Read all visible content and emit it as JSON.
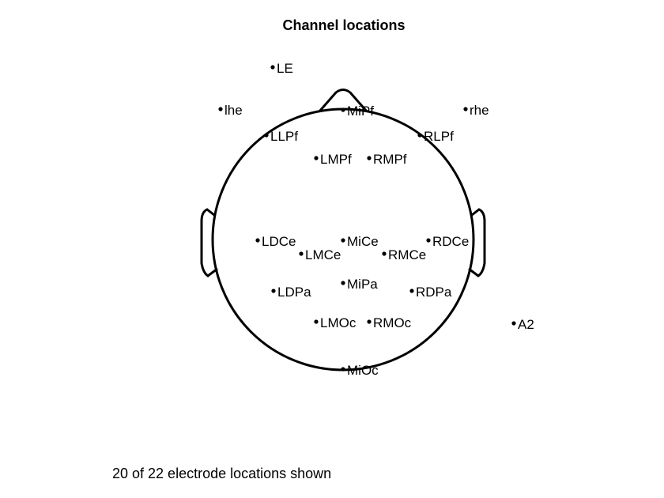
{
  "figure": {
    "title": "Channel locations",
    "footer": "20 of 22 electrode locations shown",
    "colors": {
      "head_outline": "#000000",
      "electrode_dot": "#000000",
      "text": "#000000",
      "background": "#ffffff"
    }
  },
  "electrodes": [
    {
      "label": "LE"
    },
    {
      "label": "lhe"
    },
    {
      "label": "rhe"
    },
    {
      "label": "MiPf"
    },
    {
      "label": "LLPf"
    },
    {
      "label": "RLPf"
    },
    {
      "label": "LMPf"
    },
    {
      "label": "RMPf"
    },
    {
      "label": "LDCe"
    },
    {
      "label": "MiCe"
    },
    {
      "label": "RDCe"
    },
    {
      "label": "LMCe"
    },
    {
      "label": "RMCe"
    },
    {
      "label": "MiPa"
    },
    {
      "label": "LDPa"
    },
    {
      "label": "RDPa"
    },
    {
      "label": "LMOc"
    },
    {
      "label": "RMOc"
    },
    {
      "label": "A2"
    },
    {
      "label": "MiOc"
    }
  ]
}
